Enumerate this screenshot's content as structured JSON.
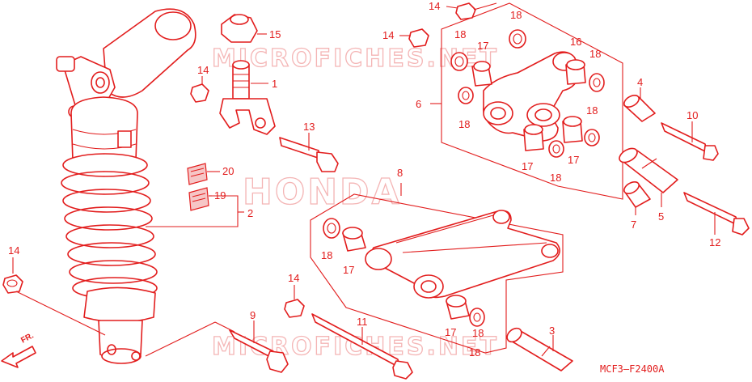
{
  "diagram_code": "MCF3—F2400A",
  "watermarks": {
    "brand": "HONDA",
    "site_top": "MICROFICHES.NET",
    "site_bottom": "MICROFICHES.NET"
  },
  "direction_label": "FR.",
  "callouts": {
    "c1": "1",
    "c2": "2",
    "c3": "3",
    "c4": "4",
    "c5": "5",
    "c6": "6",
    "c7": "7",
    "c8": "8",
    "c9": "9",
    "c10": "10",
    "c11": "11",
    "c12": "12",
    "c13": "13",
    "c14a": "14",
    "c14b": "14",
    "c14c": "14",
    "c14d": "14",
    "c14e": "14",
    "c15": "15",
    "c16": "16",
    "c17a": "17",
    "c17b": "17",
    "c17c": "17",
    "c17d": "17",
    "c17e": "17",
    "c18a": "18",
    "c18b": "18",
    "c18c": "18",
    "c18d": "18",
    "c18e": "18",
    "c18f": "18",
    "c18g": "18",
    "c18h": "18",
    "c18i": "18",
    "c19": "19",
    "c20": "20"
  }
}
